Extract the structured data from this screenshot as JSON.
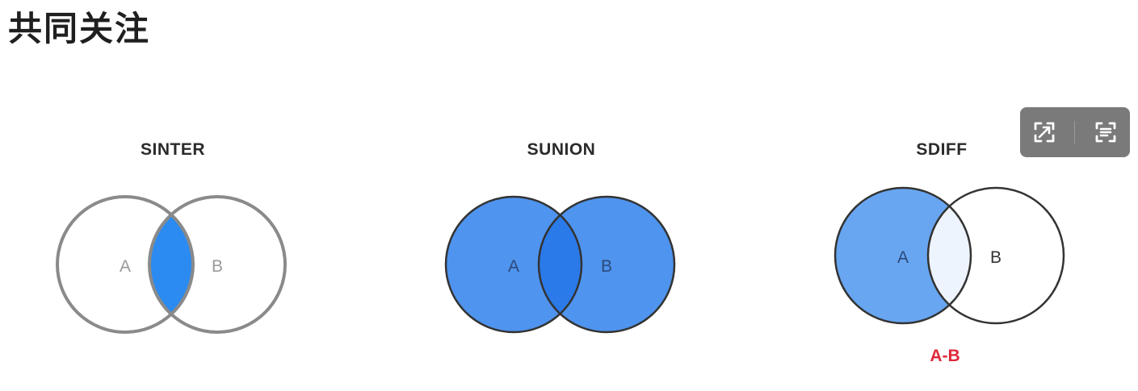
{
  "page": {
    "title": "共同关注"
  },
  "diagrams": {
    "sinter": {
      "title": "SINTER",
      "label_a": "A",
      "label_b": "B"
    },
    "sunion": {
      "title": "SUNION",
      "label_a": "A",
      "label_b": "B"
    },
    "sdiff": {
      "title": "SDIFF",
      "label_a": "A",
      "label_b": "B",
      "result": "A-B"
    }
  },
  "toolbar": {
    "expand_icon": "expand-icon",
    "text_recognize_icon": "text-scan-icon"
  },
  "colors": {
    "blue_fill": "#4f94ee",
    "blue_intersection": "#2a7ae9",
    "sinter_fill": "#2b8bf1",
    "sdiff_fill": "#68a6f1",
    "sdiff_overlap": "#eef4fd",
    "outline_gray": "#8a8a8a",
    "outline_dark": "#333333",
    "diff_label": "#e0283a",
    "toolbar_bg": "#7a7a7a"
  }
}
